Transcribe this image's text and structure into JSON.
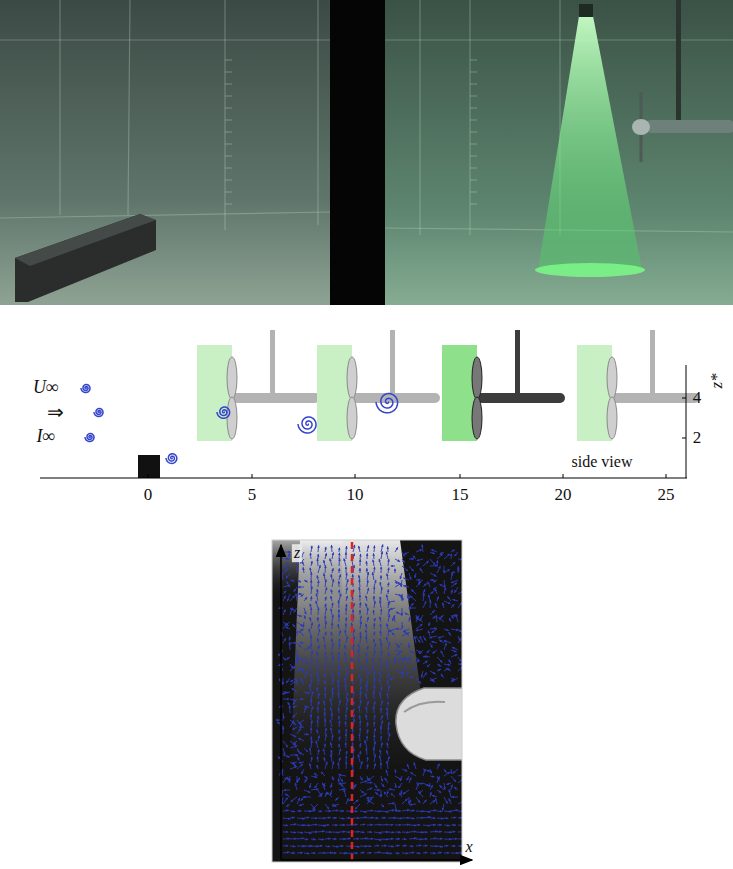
{
  "diagram": {
    "labels": [
      "U∞",
      "⇒",
      "I∞",
      "0",
      "5",
      "10",
      "15",
      "20",
      "25",
      "4",
      "2",
      "z*",
      "side view",
      "z",
      "x"
    ]
  }
}
